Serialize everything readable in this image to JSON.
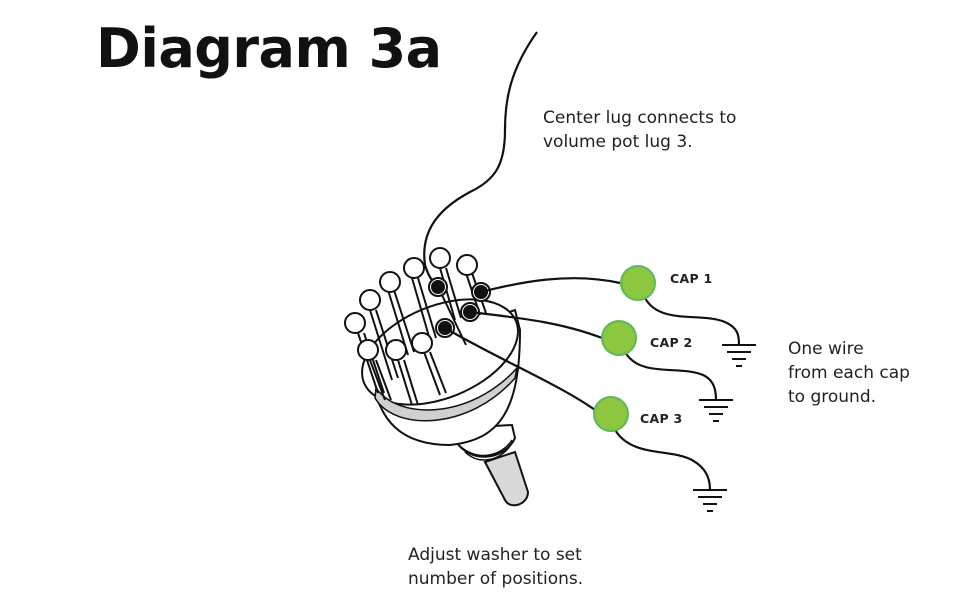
{
  "title": "Diagram 3a",
  "annotations": {
    "center_lug": "Center lug connects to\nvolume pot lug 3.",
    "ground": "One wire\nfrom each cap\nto ground.",
    "washer": "Adjust washer to set\nnumber of positions."
  },
  "capacitors": [
    {
      "label": "CAP 1"
    },
    {
      "label": "CAP 2"
    },
    {
      "label": "CAP 3"
    }
  ],
  "colors": {
    "capacitor_fill": "#8dc63f",
    "capacitor_stroke": "#5cb85c",
    "line": "#111111",
    "shaft": "#d9d9d9",
    "washer": "#d0d0d0"
  }
}
